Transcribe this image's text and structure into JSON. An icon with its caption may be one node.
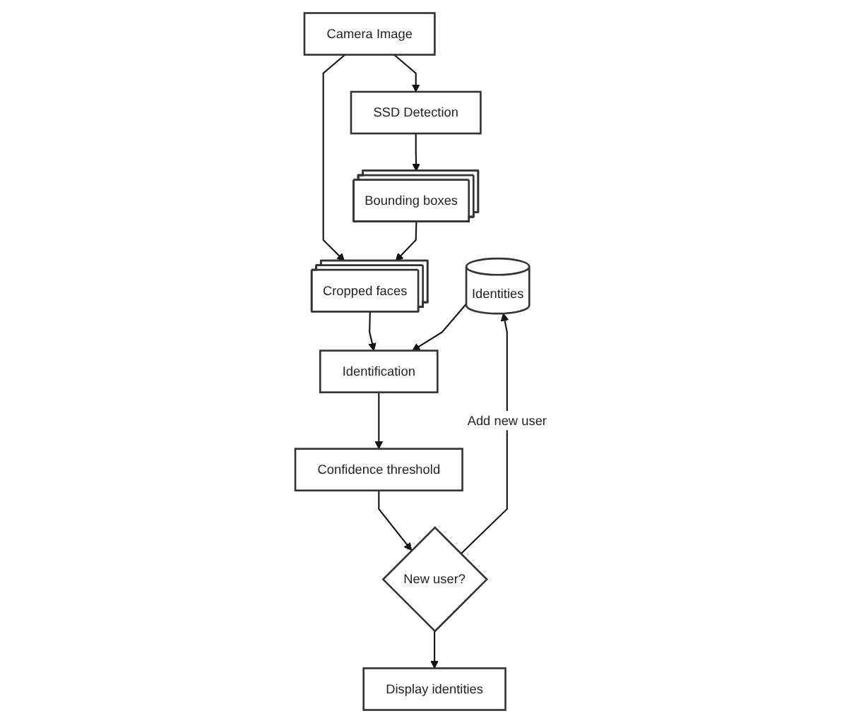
{
  "diagram": {
    "nodes": [
      {
        "text": [
          "Camera Image"
        ]
      },
      {
        "text": [
          "SSD Detection"
        ]
      },
      {
        "text": [
          "Bounding boxes"
        ]
      },
      {
        "text": [
          "Cropped faces"
        ]
      },
      {
        "text": [
          "Identities"
        ]
      },
      {
        "text": [
          "Identification"
        ]
      },
      {
        "text": [
          "Confidence threshold"
        ]
      },
      {
        "text": [
          "New user?"
        ]
      },
      {
        "text": [
          "Display identities"
        ]
      }
    ],
    "edges": [
      {
        "from": 0,
        "to": 1,
        "arrow": "to"
      },
      {
        "from": 1,
        "to": 2,
        "arrow": "to"
      },
      {
        "from": 0,
        "to": 3,
        "arrow": "to"
      },
      {
        "from": 2,
        "to": 3,
        "arrow": "to"
      },
      {
        "from": 3,
        "to": 5,
        "arrow": "to"
      },
      {
        "from": 4,
        "to": 5,
        "arrow": "to"
      },
      {
        "from": 5,
        "to": 6,
        "arrow": "to"
      },
      {
        "from": 6,
        "to": 7,
        "arrow": "to"
      },
      {
        "from": 7,
        "to": 8,
        "arrow": "to"
      },
      {
        "from": 7,
        "to": 4,
        "arrow": "to",
        "label": "Add new user"
      }
    ]
  }
}
